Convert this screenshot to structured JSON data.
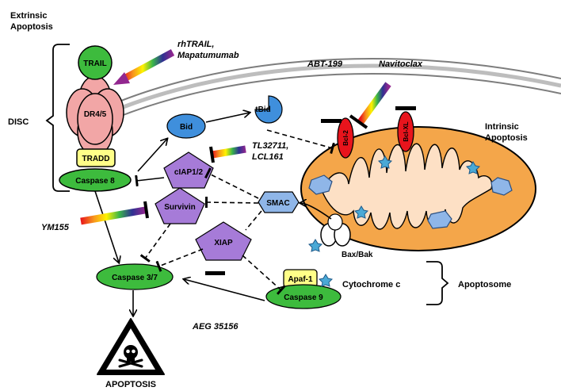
{
  "headers": {
    "extrinsic": [
      "Extrinsic",
      "Apoptosis"
    ],
    "intrinsic": [
      "Intrinsic",
      "Apoptosis"
    ],
    "disc": "DISC",
    "apoptosome": "Apoptosome"
  },
  "proteins": {
    "trail": "TRAIL",
    "dr45": "DR4/5",
    "tradd": "TRADD",
    "caspase8": "Caspase 8",
    "bid": "Bid",
    "tbid": "tBid",
    "ciap": "cIAP1/2",
    "survivin": "Survivin",
    "smac": "SMAC",
    "xiap": "XIAP",
    "bcl2": "Bcl-2",
    "bclxl": "Bcl-XL",
    "baxbak": "Bax/Bak",
    "caspase37": "Caspase 3/7",
    "apaf1": "Apaf-1",
    "caspase9": "Caspase 9",
    "cytochrome": "Cytochrome c",
    "apoptosis": "APOPTOSIS"
  },
  "drugs": {
    "rhtrail": [
      "rhTRAIL,",
      "Mapatumumab"
    ],
    "abt199": "ABT-199",
    "navitoclax": "Navitoclax",
    "tl32711": [
      "TL32711,",
      "LCL161"
    ],
    "ym155": "YM155",
    "aeg": "AEG 35156"
  },
  "colors": {
    "green": "#3dbb3d",
    "pink": "#f2a6a6",
    "yellow": "#ffff88",
    "blue": "#3f8fdc",
    "purple": "#a67bd8",
    "red": "#e8141c",
    "mito": "#f4a64a",
    "smac": "#8fb6e8"
  }
}
